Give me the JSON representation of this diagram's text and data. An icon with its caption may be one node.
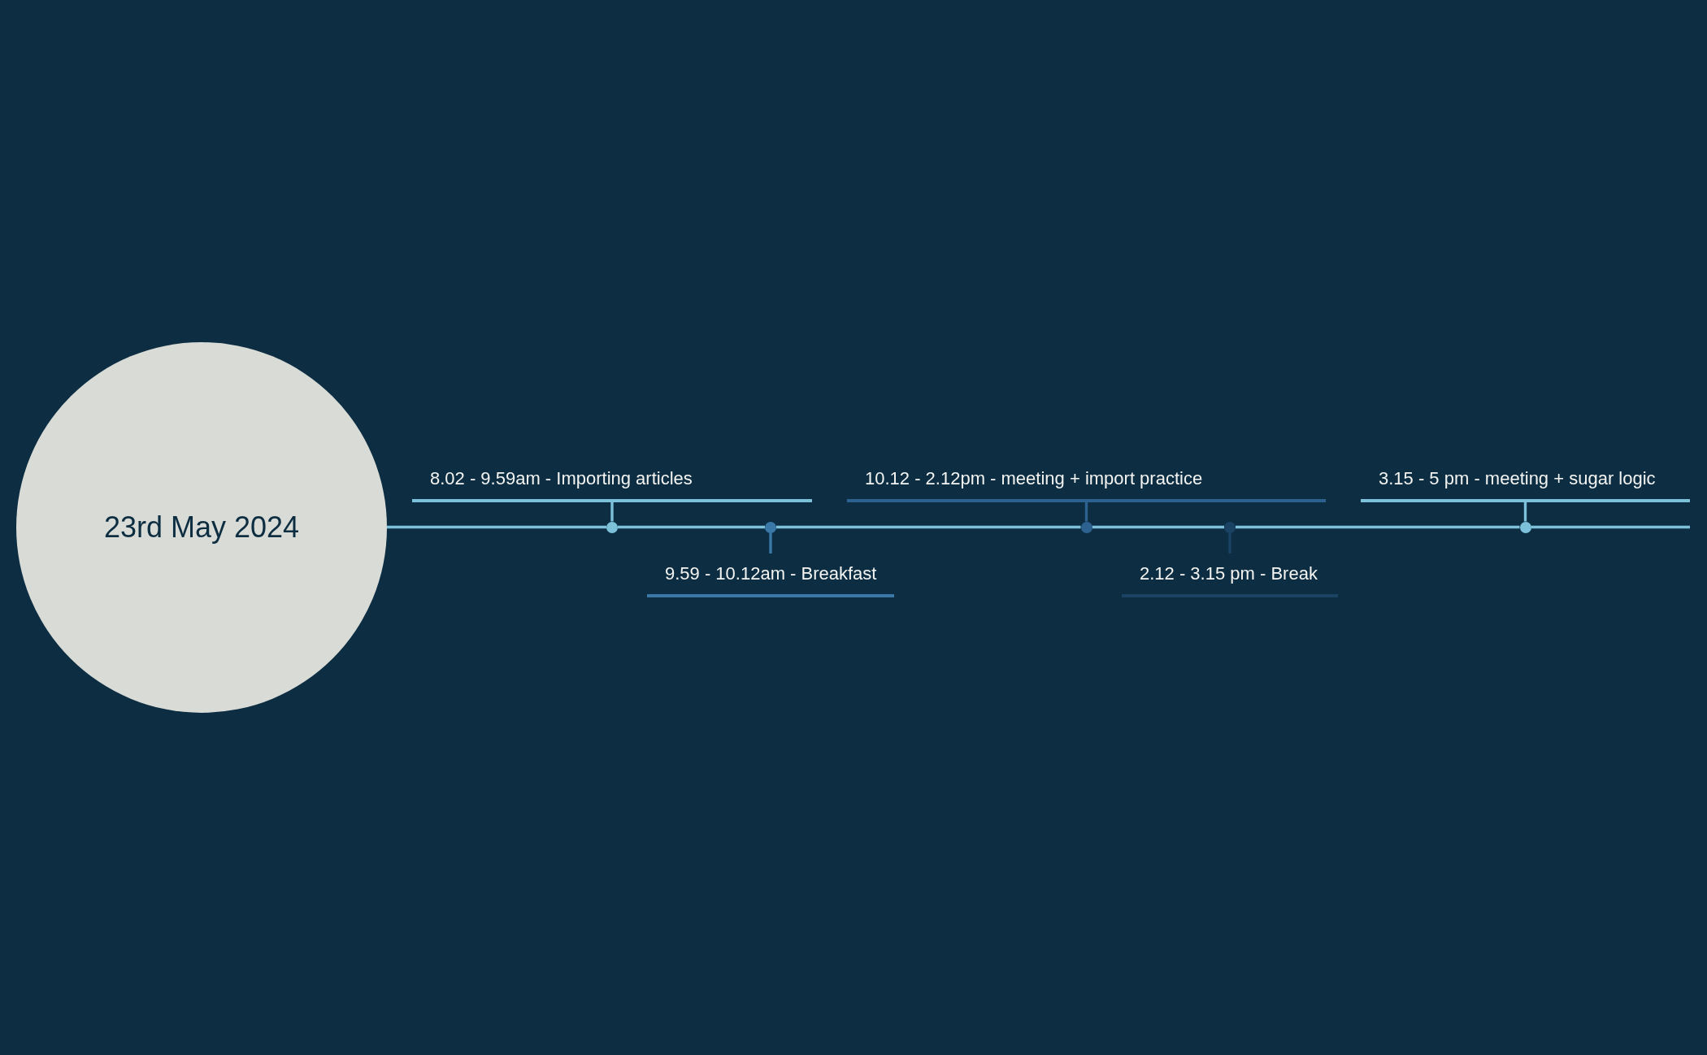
{
  "diagram": {
    "nodes": [
      {
        "text": [
          "23rd May 2024"
        ]
      },
      {
        "text": [
          "8.02 - 9.59am - Importing articles"
        ]
      },
      {
        "text": [],
        "shape": "circle"
      },
      {
        "text": [
          "9.59 - 10.12am - Breakfast"
        ]
      },
      {
        "text": [],
        "shape": "circle"
      },
      {
        "text": [
          "10.12 - 2.12pm - meeting + import practice"
        ]
      },
      {
        "text": [],
        "shape": "circle"
      },
      {
        "text": [
          "2.12 - 3.15 pm - Break"
        ]
      },
      {
        "text": [],
        "shape": "circle"
      },
      {
        "text": [
          "3.15 - 5 pm - meeting + sugar logic"
        ]
      },
      {
        "text": [],
        "shape": "circle"
      }
    ],
    "edges": [
      {
        "from": 0,
        "to": 2,
        "arrow": "none"
      },
      {
        "from": 2,
        "to": 1,
        "arrow": "none"
      },
      {
        "from": 2,
        "to": 4,
        "arrow": "none"
      },
      {
        "from": 4,
        "to": 3,
        "arrow": "none",
        "color": "#3a78a8"
      },
      {
        "from": 4,
        "to": 6,
        "arrow": "none"
      },
      {
        "from": 6,
        "to": 5,
        "arrow": "none",
        "color": "#2d6290"
      },
      {
        "from": 6,
        "to": 8,
        "arrow": "none"
      },
      {
        "from": 8,
        "to": 7,
        "arrow": "none",
        "color": "#1a4263"
      },
      {
        "from": 8,
        "to": 10,
        "arrow": "none"
      },
      {
        "from": 10,
        "to": 9,
        "arrow": "none"
      },
      {
        "from": 10,
        "to": null,
        "arrow": "none"
      }
    ]
  }
}
